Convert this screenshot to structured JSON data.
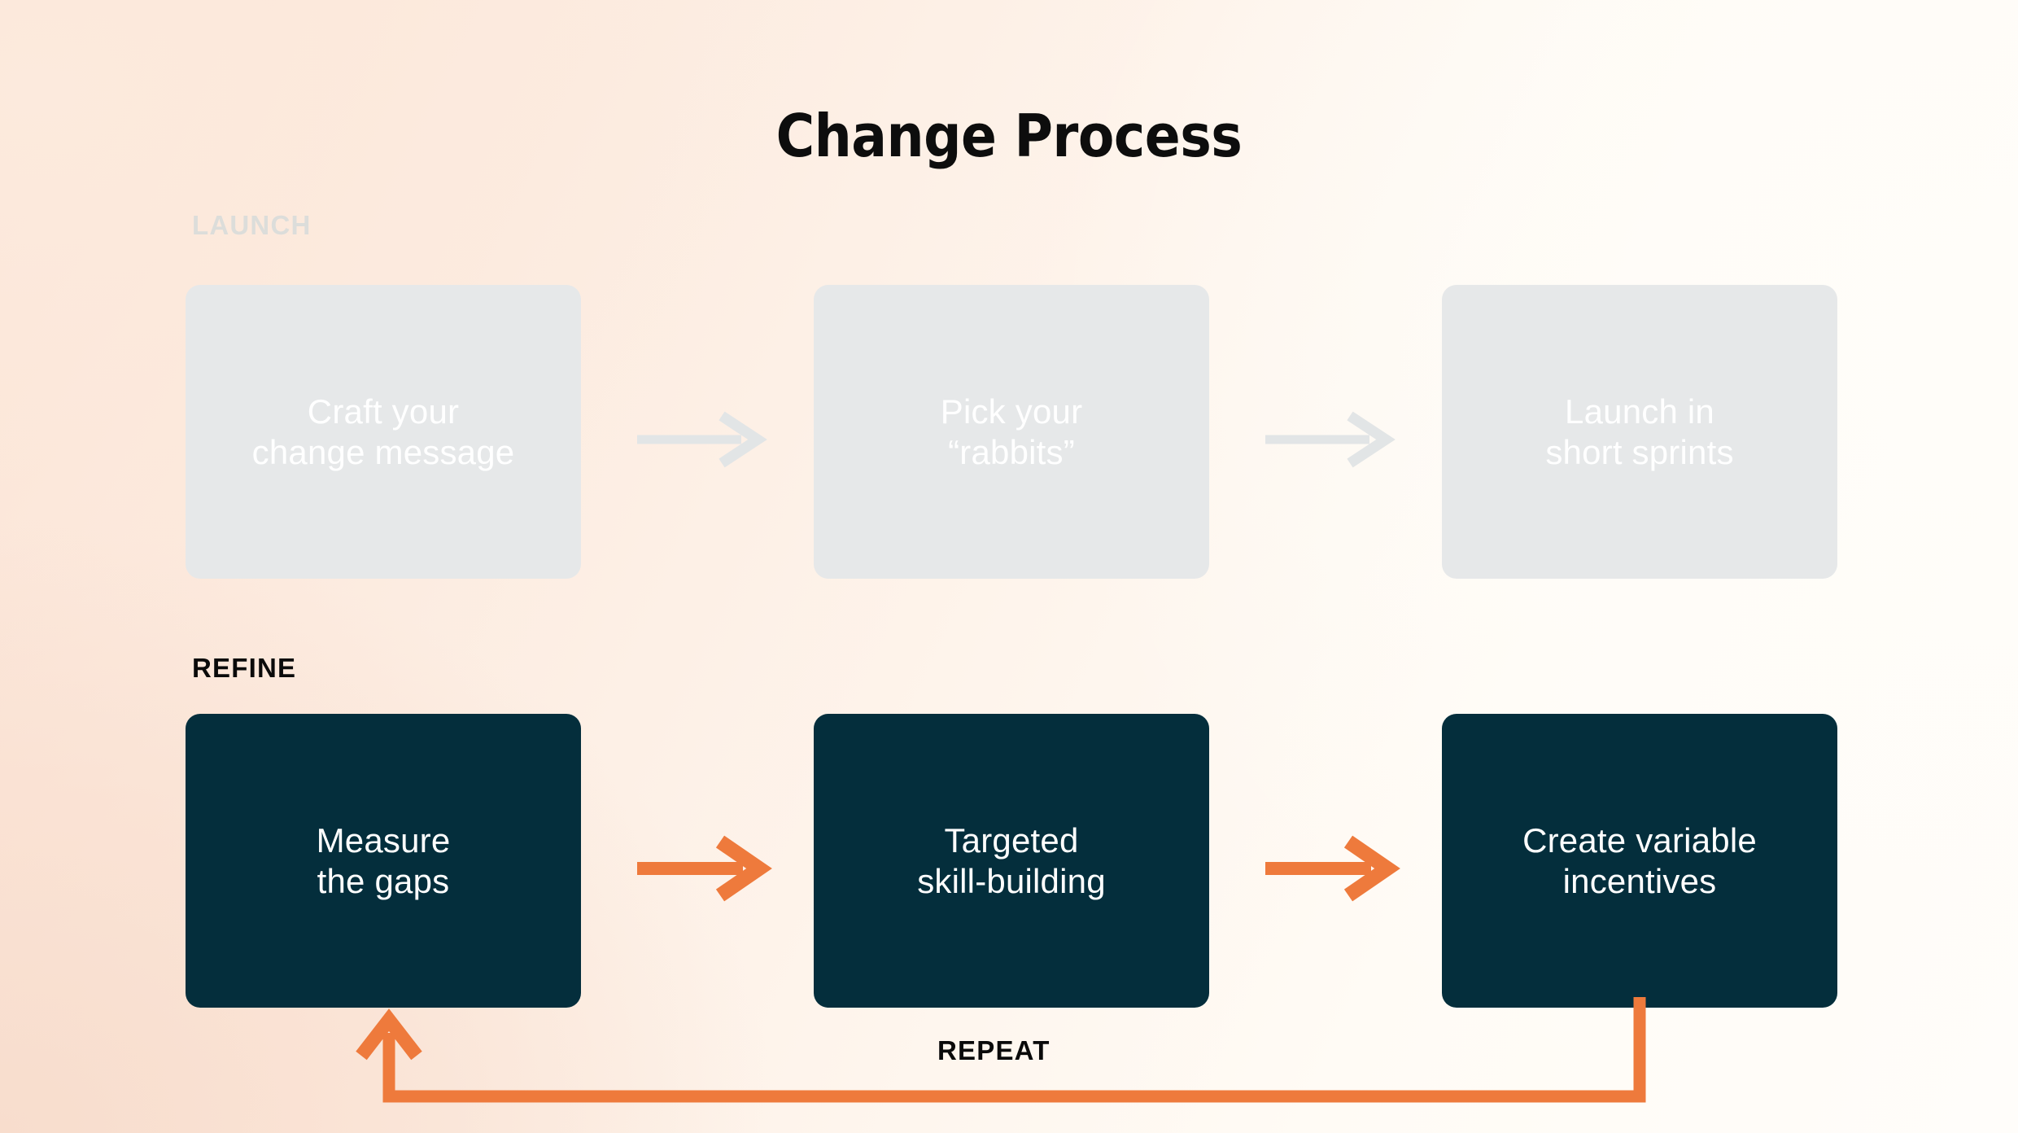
{
  "page": {
    "title": "Change Process",
    "accent_orange": "#ee7a3c",
    "dark_navy": "#042e3c",
    "muted_gray": "#e6e8e9",
    "background_start": "#fbe3d5",
    "background_end": "#fffdfa"
  },
  "sections": {
    "launch": {
      "label": "LAUNCH",
      "state": "inactive",
      "label_color": "#c9d6da",
      "box_color": "#e6e8e9",
      "arrow_color": "#e2e5e6",
      "steps": [
        {
          "id": "craft",
          "text": "Craft your\nchange message"
        },
        {
          "id": "rabbits",
          "text": "Pick your\n“rabbits”"
        },
        {
          "id": "sprints",
          "text": "Launch in\nshort sprints"
        }
      ]
    },
    "refine": {
      "label": "REFINE",
      "state": "active",
      "label_color": "#0a0a0a",
      "box_color": "#042e3c",
      "arrow_color": "#ee7a3c",
      "steps": [
        {
          "id": "measure",
          "text": "Measure\nthe gaps"
        },
        {
          "id": "skill",
          "text": "Targeted\nskill-building"
        },
        {
          "id": "incentives",
          "text": "Create variable\nincentives"
        }
      ]
    }
  },
  "loop": {
    "label": "REPEAT",
    "color": "#ee7a3c",
    "from_step": "incentives",
    "to_step": "measure"
  },
  "icons": {
    "arrow_right": "arrow-right-icon",
    "arrow_loop": "loop-arrow-icon"
  }
}
